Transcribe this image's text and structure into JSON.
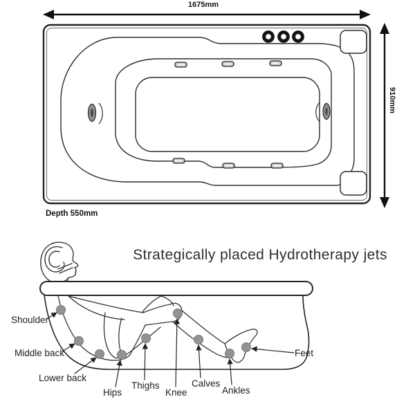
{
  "top_view": {
    "width_dimension": "1675mm",
    "height_dimension": "910mm",
    "depth_dimension": "Depth 550mm"
  },
  "side_view": {
    "title": "Strategically placed Hydrotherapy jets",
    "jet_labels": [
      {
        "text": "Shoulder"
      },
      {
        "text": "Middle back"
      },
      {
        "text": "Lower back"
      },
      {
        "text": "Hips"
      },
      {
        "text": "Thighs"
      },
      {
        "text": "Knee"
      },
      {
        "text": "Calves"
      },
      {
        "text": "Ankles"
      },
      {
        "text": "Feet"
      }
    ]
  },
  "colors": {
    "line": "#2b2b2b",
    "jet_fill": "#939393",
    "text": "#1a1a1a"
  }
}
